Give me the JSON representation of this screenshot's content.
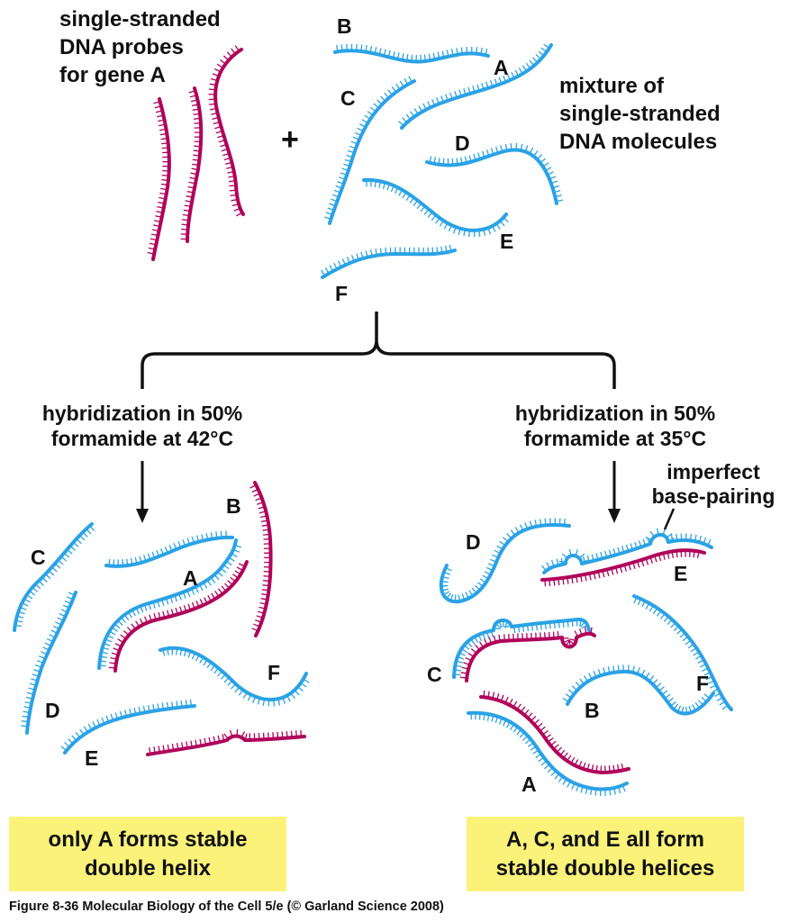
{
  "colors": {
    "probe": "#b0005b",
    "dna": "#2aa2e6",
    "box": "#fbf27a",
    "text": "#111111"
  },
  "top": {
    "probe_label": [
      "single-stranded",
      "DNA probes",
      "for gene A"
    ],
    "plus": "+",
    "mixture_label": [
      "mixture of",
      "single-stranded",
      "DNA molecules"
    ],
    "letters": {
      "A": "A",
      "B": "B",
      "C": "C",
      "D": "D",
      "E": "E",
      "F": "F"
    }
  },
  "left_condition": {
    "lines": [
      "hybridization in 50%",
      "formamide at 42°C"
    ]
  },
  "right_condition": {
    "lines": [
      "hybridization in 50%",
      "formamide at 35°C"
    ]
  },
  "imperfect_label": [
    "imperfect",
    "base-pairing"
  ],
  "left_result": {
    "letters": {
      "A": "A",
      "B": "B",
      "C": "C",
      "D": "D",
      "E": "E",
      "F": "F"
    }
  },
  "right_result": {
    "letters": {
      "A": "A",
      "B": "B",
      "C": "C",
      "D": "D",
      "E": "E",
      "F": "F"
    }
  },
  "left_box": {
    "lines": [
      "only A forms stable",
      "double helix"
    ]
  },
  "right_box": {
    "lines": [
      "A, C, and E all form",
      "stable double helices"
    ]
  },
  "caption": "Figure 8-36  Molecular Biology of the Cell 5/e (© Garland Science 2008)"
}
